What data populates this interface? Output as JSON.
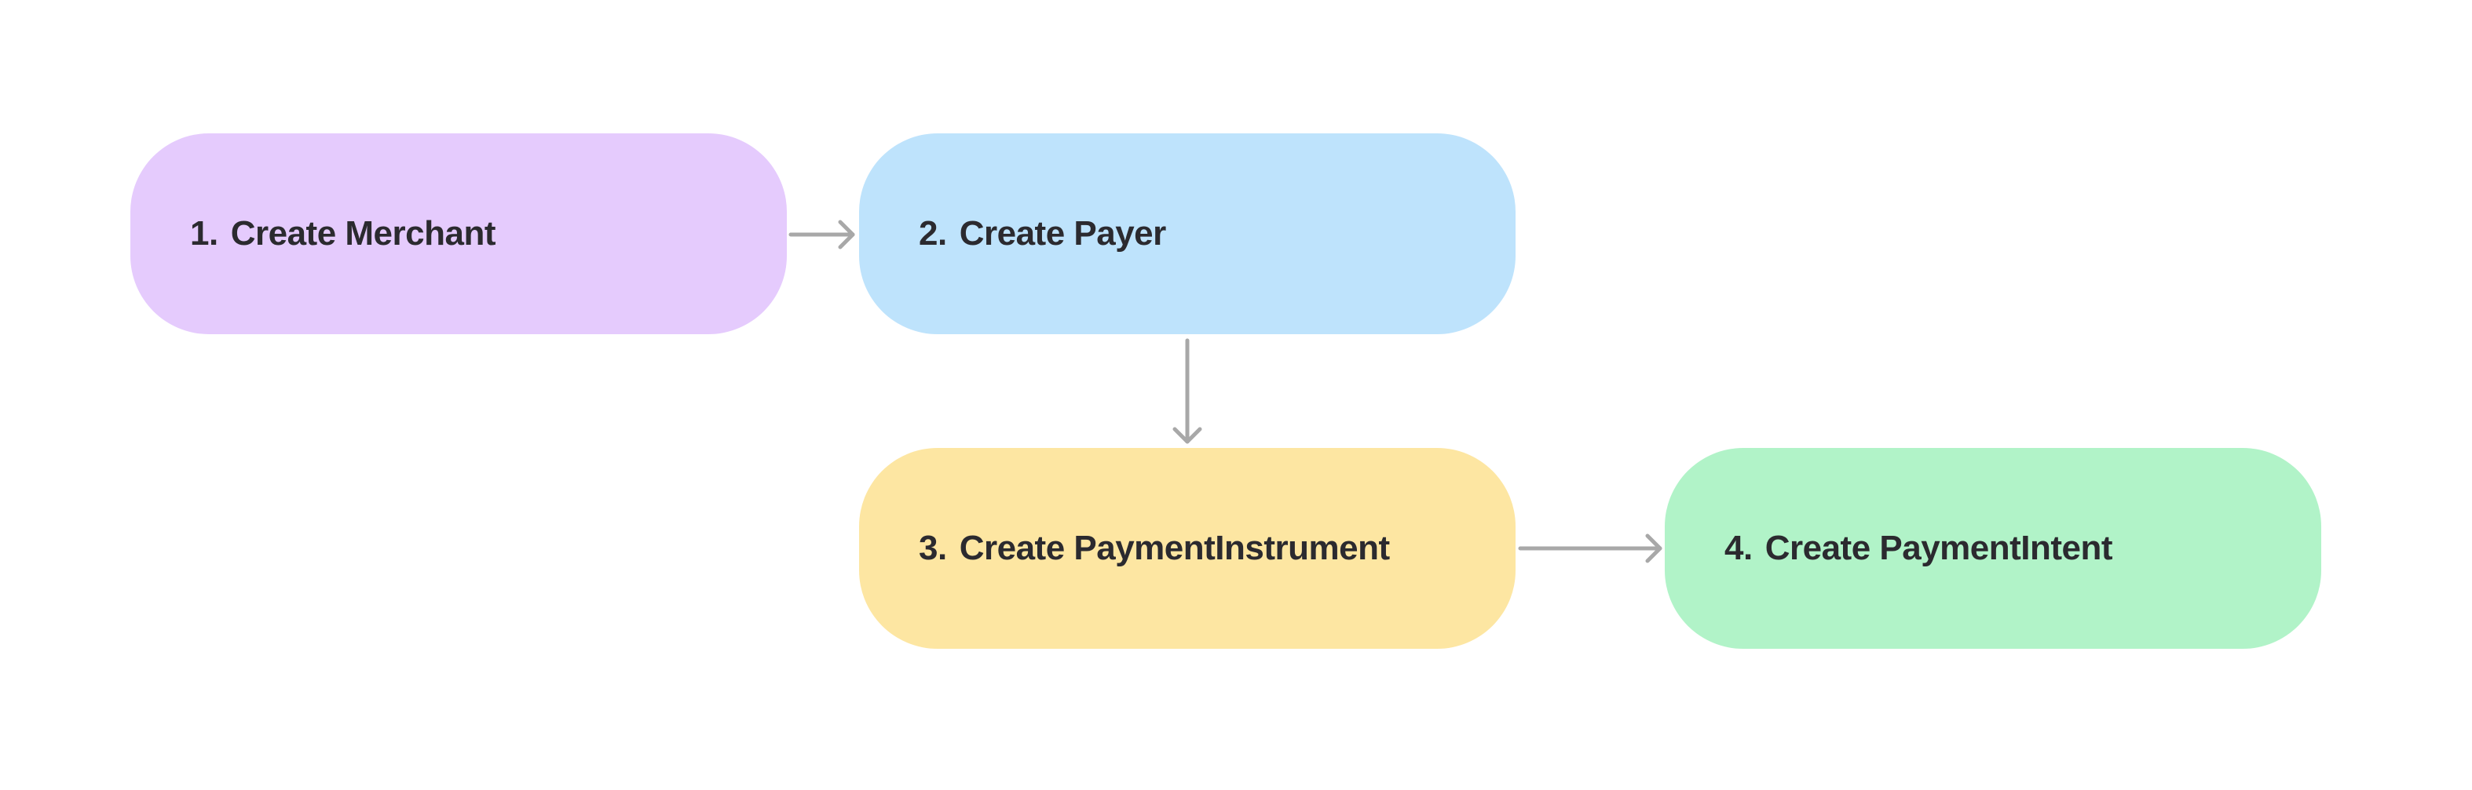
{
  "diagram": {
    "nodes": [
      {
        "id": "1",
        "number": "1.",
        "label": "Create Merchant",
        "color": "#e5cbfd"
      },
      {
        "id": "2",
        "number": "2.",
        "label": "Create Payer",
        "color": "#bee3fc"
      },
      {
        "id": "3",
        "number": "3.",
        "label": "Create PaymentInstrument",
        "color": "#fde6a2"
      },
      {
        "id": "4",
        "number": "4.",
        "label": "Create PaymentIntent",
        "color": "#b1f3c8"
      }
    ],
    "edges": [
      {
        "from": "1",
        "to": "2"
      },
      {
        "from": "2",
        "to": "3"
      },
      {
        "from": "3",
        "to": "4"
      }
    ],
    "colors": {
      "arrow": "#a8a8a8",
      "text": "#2b2a2f",
      "background": "#ffffff"
    }
  }
}
